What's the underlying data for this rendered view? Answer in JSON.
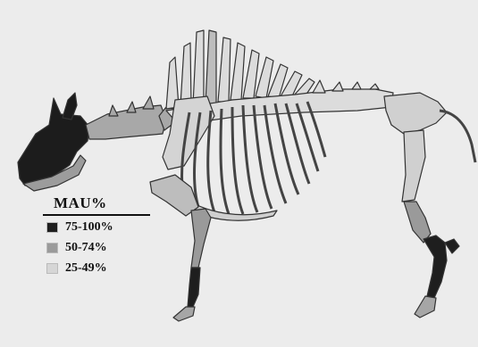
{
  "legend": {
    "title": "MAU%",
    "items": [
      {
        "label": "75-100%",
        "color": "#1e1e1e"
      },
      {
        "label": "50-74%",
        "color": "#9a9a9a"
      },
      {
        "label": "25-49%",
        "color": "#d6d6d6"
      }
    ]
  }
}
